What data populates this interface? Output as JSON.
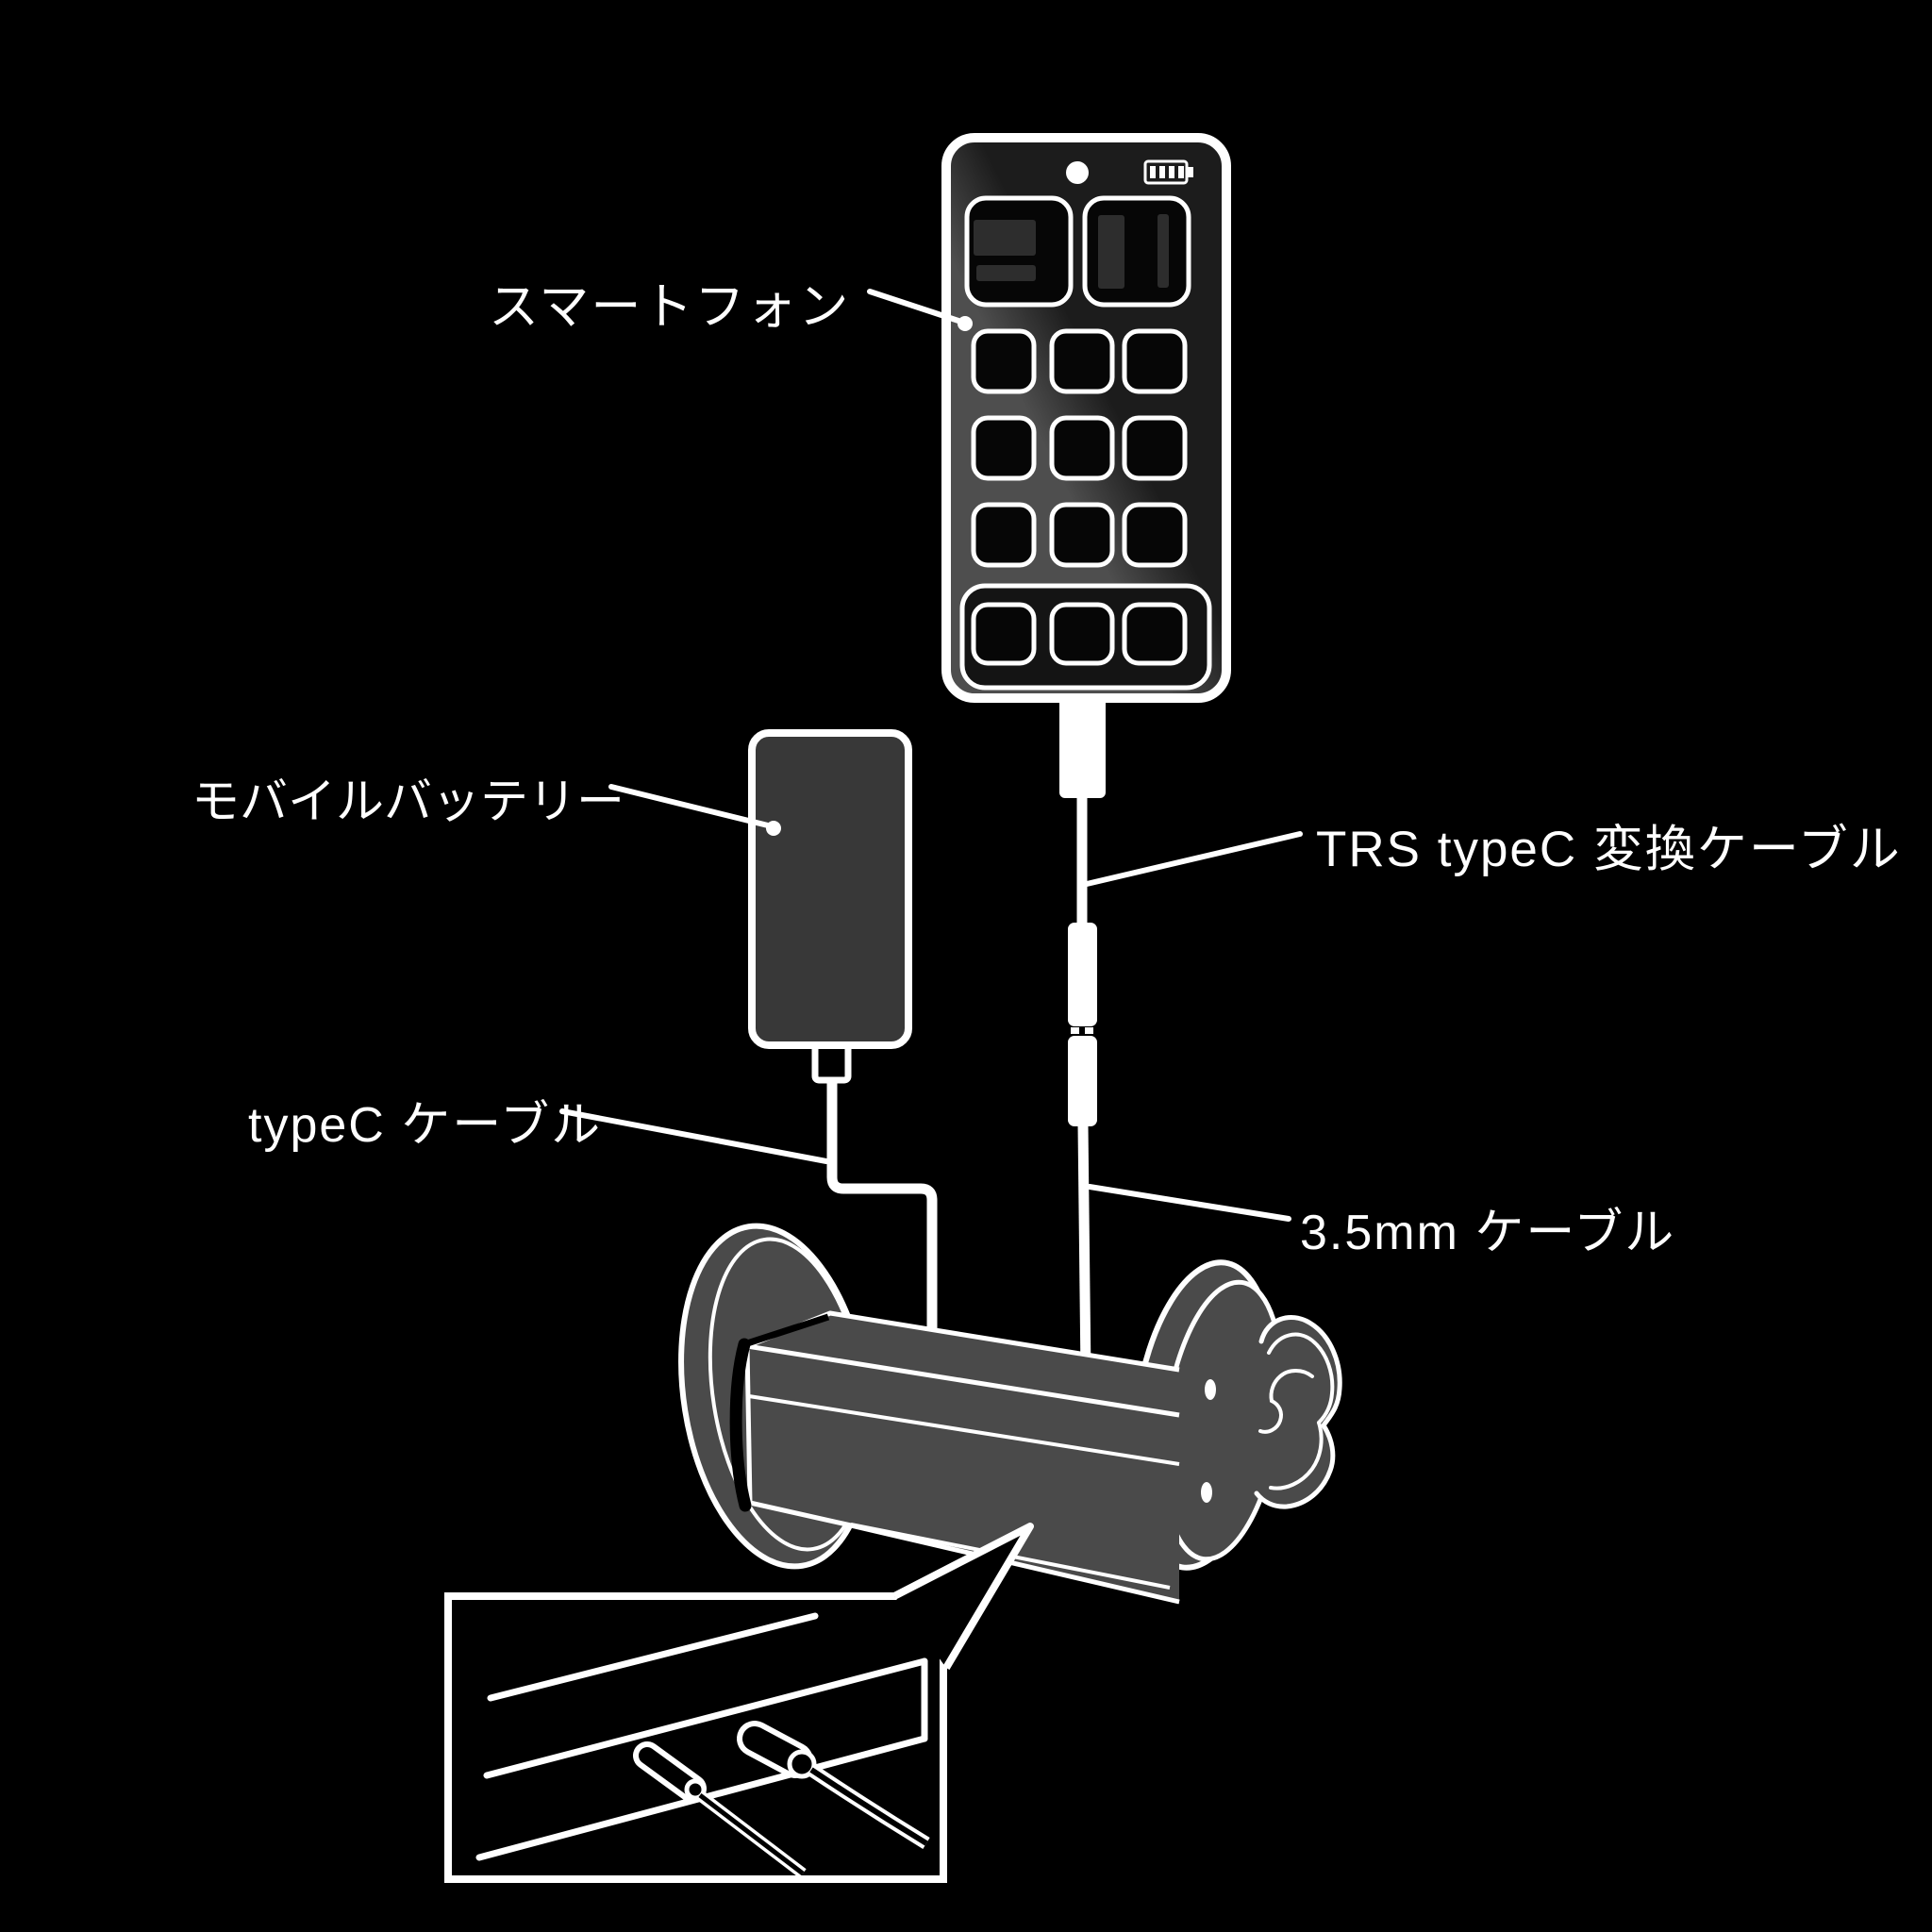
{
  "colors": {
    "background": "#000000",
    "line": "#ffffff",
    "device_gray": "#4a4a4a",
    "battery_gray": "#383838",
    "screen_light": "#4e4e4e",
    "screen_dark": "#1c1c1c",
    "widget_fill": "#060606",
    "widget_inner": "#2d2d2d",
    "dock_fill": "#141414"
  },
  "labels": {
    "smartphone": "スマートフォン",
    "mobile_battery": "モバイルバッテリー",
    "typec_cable": "typeC ケーブル",
    "trs_typec_cable": "TRS typeC 変換ケーブル",
    "audio_cable_35mm": "3.5mm ケーブル"
  },
  "diagram": {
    "parts": [
      "smartphone",
      "trs-typec-adapter-cable",
      "mobile-battery",
      "typec-cable",
      "3.5mm-cable",
      "speaker-device",
      "ear",
      "connection-closeup-inset"
    ]
  }
}
